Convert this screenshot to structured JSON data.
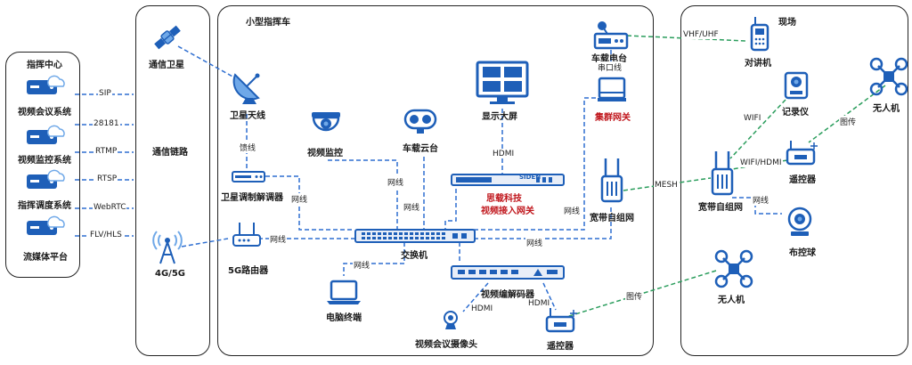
{
  "panels": {
    "command_center": {
      "title": "指挥中心",
      "systems": [
        "视频会议系统",
        "视频监控系统",
        "指挥调度系统",
        "流媒体平台"
      ]
    },
    "comm_link": {
      "satellite": "通信卫星",
      "title": "通信链路",
      "cellular": "4G/5G"
    },
    "vehicle": {
      "title": "小型指挥车",
      "sat_antenna": "卫星天线",
      "modem": "卫星调制解调器",
      "router": "5G路由器",
      "video_monitor": "视频监控",
      "gimbal": "车载云台",
      "big_screen": "显示大屏",
      "gateway_brand": "思载科技",
      "gateway_name": "视频接入网关",
      "gateway_device": "SIDEN",
      "switch": "交换机",
      "pc": "电脑终端",
      "codec": "视频编解码器",
      "conf_camera": "视频会议摄像头",
      "remote": "遥控器",
      "radio": "车载电台",
      "aggregation": "集群网关",
      "mesh": "宽带自组网"
    },
    "field": {
      "title": "现场",
      "walkie": "对讲机",
      "recorder": "记录仪",
      "drone_top": "无人机",
      "mesh": "宽带自组网",
      "remote": "遥控器",
      "ptz": "布控球",
      "drone_bottom": "无人机"
    }
  },
  "protocols": [
    "SIP",
    "28181",
    "RTMP",
    "RTSP",
    "WebRTC",
    "FLV/HLS"
  ],
  "edge_labels": {
    "feeder": "馈线",
    "net1": "网线",
    "net2": "网线",
    "net3": "网线",
    "net4": "网线",
    "net5": "网线",
    "net6": "网线",
    "net7": "网线",
    "net_field": "网线",
    "hdmi_screen": "HDMI",
    "hdmi_cam": "HDMI",
    "hdmi_remote": "HDMI",
    "serial": "串口线",
    "mesh": "MESH",
    "vhf": "VHF/UHF",
    "wifi": "WIFI",
    "wifi_hdmi": "WIFI/HDMI",
    "tu_top": "图传",
    "tu_bottom": "图传"
  },
  "colors": {
    "wired": "#2f6fd1",
    "wireless": "#2a9d5c",
    "icon": "#1e5fb8",
    "icon_light": "#6fa8e8",
    "warning": "#c0161c"
  },
  "icons": [
    "cloud-server-icon",
    "satellite-icon",
    "dish-antenna-icon",
    "modem-icon",
    "router-icon",
    "signal-tower-icon",
    "dome-camera-icon",
    "gimbal-camera-icon",
    "monitor-icon",
    "gateway-device-icon",
    "switch-icon",
    "laptop-icon",
    "codec-icon",
    "webcam-icon",
    "remote-controller-icon",
    "radio-icon",
    "aggregation-box-icon",
    "mesh-radio-icon",
    "walkie-talkie-icon",
    "bodycam-icon",
    "drone-icon",
    "ptz-camera-icon"
  ]
}
